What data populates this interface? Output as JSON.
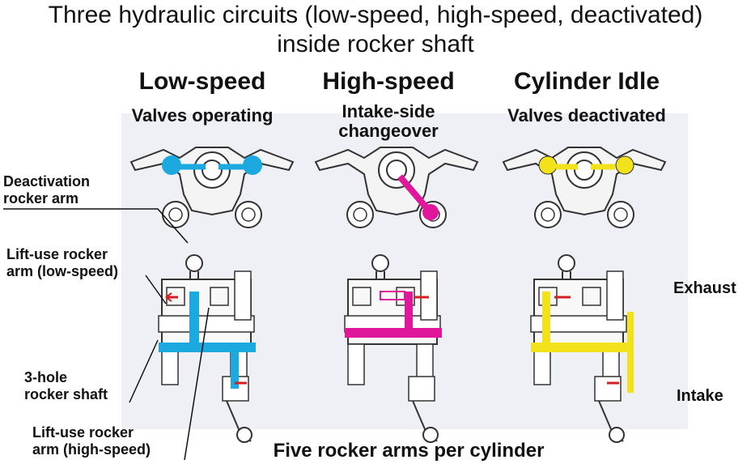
{
  "title": {
    "line1": "Three hydraulic circuits (low-speed, high-speed, deactivated)",
    "line2": "inside rocker shaft"
  },
  "modes": [
    {
      "name": "Low-speed",
      "desc1": "Valves operating",
      "desc2": "",
      "color": "#1ba9e0"
    },
    {
      "name": "High-speed",
      "desc1": "Intake-side",
      "desc2": "changeover",
      "color": "#e0179a"
    },
    {
      "name": "Cylinder Idle",
      "desc1": "Valves deactivated",
      "desc2": "",
      "color": "#f2e21c"
    }
  ],
  "callouts": {
    "deactivation": {
      "line1": "Deactivation",
      "line2": "rocker arm"
    },
    "lift_low": {
      "line1": "Lift-use rocker",
      "line2": "arm (low-speed)"
    },
    "shaft": {
      "line1": "3-hole",
      "line2": "rocker shaft"
    },
    "lift_high": {
      "line1": "Lift-use rocker",
      "line2": "arm (high-speed)"
    }
  },
  "sides": {
    "exhaust": "Exhaust",
    "intake": "Intake"
  },
  "footer": "Five rocker arms per cylinder",
  "colors": {
    "panel": "#eef0f6",
    "outline": "#333333",
    "arrow": "#d42020"
  }
}
